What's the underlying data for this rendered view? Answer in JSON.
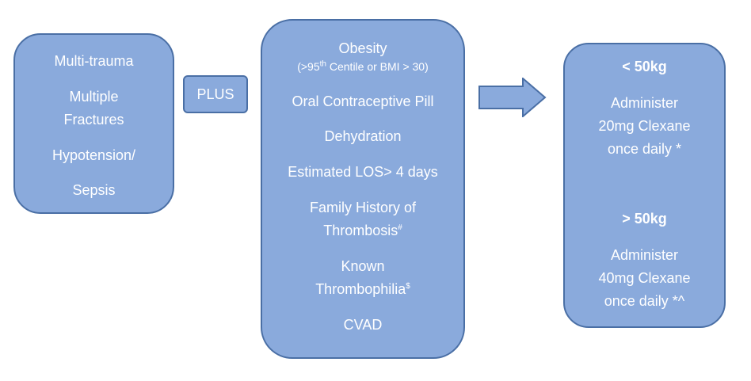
{
  "left_box": {
    "lines": [
      "Multi-trauma",
      "Multiple",
      "Fractures",
      "Hypotension/",
      "Sepsis"
    ]
  },
  "plus_box": {
    "label": "PLUS"
  },
  "middle_box": {
    "obesity": {
      "title": "Obesity",
      "detail_prefix": "(>95",
      "detail_sup": "th",
      "detail_suffix": " Centile or BMI > 30)"
    },
    "items": {
      "ocp": "Oral Contraceptive Pill",
      "dehydration": "Dehydration",
      "los": "Estimated LOS> 4 days",
      "family_history_line1": "Family History of",
      "family_history_line2": "Thrombosis",
      "family_history_mark": "#",
      "thrombophilia_line1": "Known",
      "thrombophilia_line2": "Thrombophilia",
      "thrombophilia_mark": "$",
      "cvad": "CVAD"
    }
  },
  "right_box": {
    "under_50": {
      "heading": "< 50kg",
      "lines": [
        "Administer",
        "20mg Clexane",
        "once daily *"
      ]
    },
    "over_50": {
      "heading": "> 50kg",
      "lines": [
        "Administer",
        "40mg Clexane",
        "once daily *^"
      ]
    }
  },
  "colors": {
    "box_fill": "#8aaadc",
    "box_border": "#4a6fa5",
    "text": "#ffffff"
  },
  "icons": [
    "right-arrow-icon"
  ]
}
